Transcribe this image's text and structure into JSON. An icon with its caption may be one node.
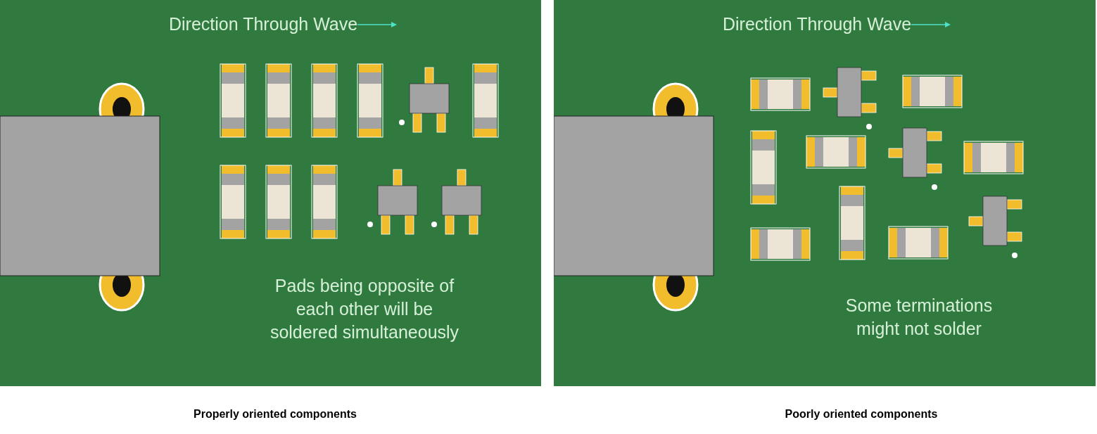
{
  "diagram": {
    "nodes": [
      {
        "text": [
          "Direction Through Wave",
          "Pads being opposite of each other will be soldered simultaneously"
        ]
      },
      {
        "text": [
          "Direction Through Wave",
          "Some terminations might not solder"
        ]
      }
    ],
    "labels": [
      "Properly oriented components",
      "Poorly oriented components"
    ]
  }
}
